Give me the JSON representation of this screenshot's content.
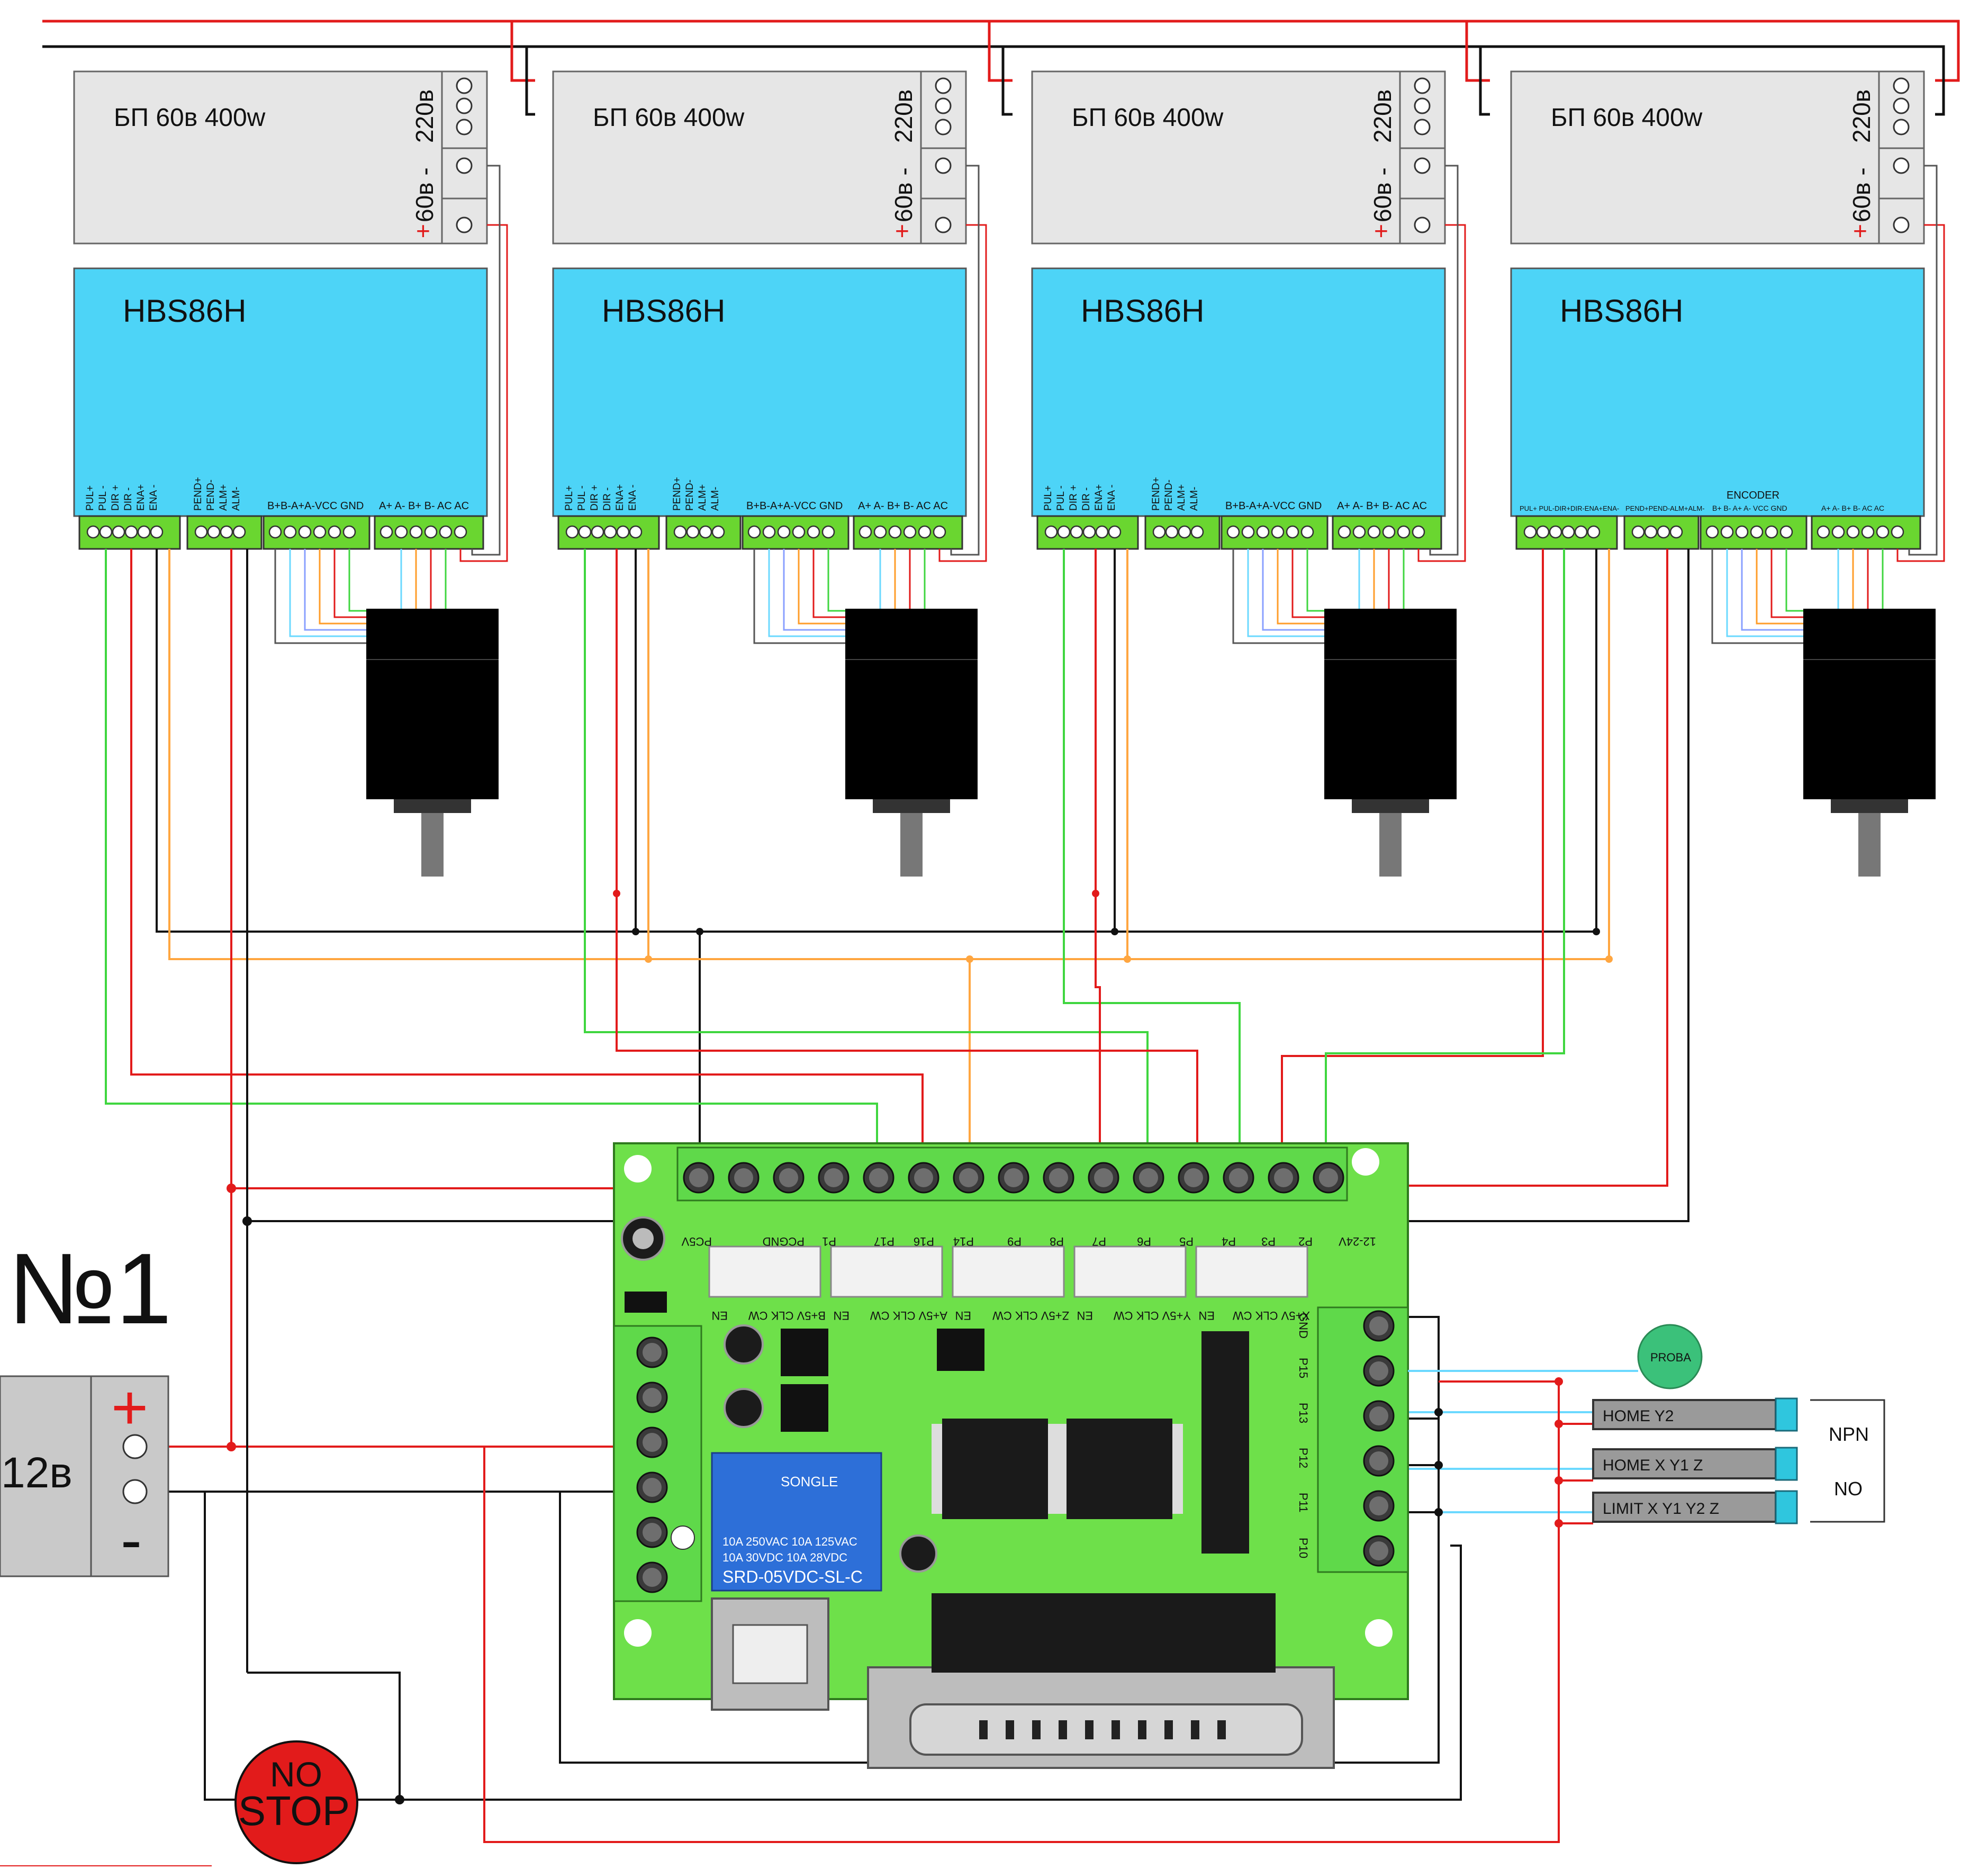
{
  "psu": {
    "label": "БП 60в 400w",
    "ac_label": "220в",
    "dc_label": "60в -",
    "plus": "+"
  },
  "driver": {
    "model": "HBS86H",
    "pins_left": [
      "PUL+",
      "PUL -",
      "DIR +",
      "DIR -",
      "ENA+",
      "ENA -"
    ],
    "pins_status": [
      "PEND+",
      "PEND-",
      "ALM+",
      "ALM-"
    ],
    "pins_encoder": "B+B-A+A-VCC GND",
    "pins_motor": "A+  A-  B+  B-  AC  AC",
    "last_pins_left": "PUL+ PUL-DIR+DIR-ENA+ENA-",
    "last_pins_status": "PEND+PEND-ALM+ALM-",
    "last_encoder_title": "ENCODER",
    "last_pins_encoder": "B+  B-  A+  A-  VCC GND",
    "last_pins_motor": "A+  A-  B+  B-  AC  AC"
  },
  "title": "№1",
  "psu12": {
    "label": "12в",
    "plus": "+",
    "minus": "-"
  },
  "board": {
    "top_labels": [
      "PC5V",
      "PCGND",
      "P1",
      "P17",
      "P16",
      "P14",
      "P9",
      "P8",
      "P7",
      "P6",
      "P5",
      "P4",
      "P3",
      "P2",
      "12-24V"
    ],
    "axis_labels": [
      "EN",
      "B+5V CLK CW",
      "EN",
      "A+5V CLK CW",
      "EN",
      "Z+5V CLK CW",
      "EN",
      "Y+5V CLK CW",
      "EN",
      "X+5V CLK CW"
    ],
    "right_labels": [
      "GND",
      "P15",
      "P13",
      "P12",
      "P11",
      "P10"
    ],
    "relay_brand": "SONGLE",
    "relay_rating1": "10A 250VAC  10A 125VAC",
    "relay_rating2": "10A 30VDC  10A 28VDC",
    "relay_model": "SRD-05VDC-SL-C"
  },
  "switches": [
    {
      "label": "HOME  Y2"
    },
    {
      "label": "HOME  X  Y1  Z"
    },
    {
      "label": "LIMIT  X  Y1 Y2  Z"
    }
  ],
  "npn": "NPN",
  "no": "NO",
  "proba": "PROBA",
  "estop": {
    "line1": "NO",
    "line2": "STOP"
  }
}
